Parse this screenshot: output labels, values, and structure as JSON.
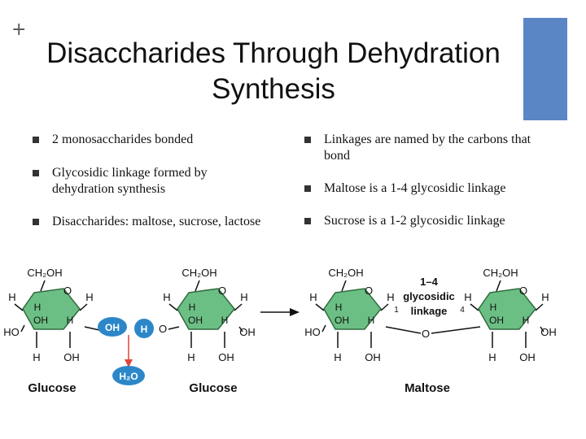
{
  "slide": {
    "title": "Disaccharides Through Dehydration Synthesis",
    "plus_glyph": "+",
    "accent_color": "#5a86c6"
  },
  "bullets_left": [
    "2 monosaccharides bonded",
    "Glycosidic linkage formed by dehydration synthesis",
    "Disaccharides: maltose, sucrose, lactose"
  ],
  "bullets_right": [
    "Linkages are named by the carbons that bond",
    "Maltose is a 1-4 glycosidic linkage",
    "Sucrose is a 1-2 glycosidic linkage"
  ],
  "diagram": {
    "ring_color": "#6cbf84",
    "oh_bubble_color": "#2c87c8",
    "arrow_color": "#e0463a",
    "labels": {
      "ch2oh": "CH₂OH",
      "h": "H",
      "oh": "OH",
      "ho": "HO",
      "o": "O",
      "oh_bubble": "OH",
      "h_bubble": "H",
      "water": "H₂O",
      "linkage_line1": "1–4",
      "linkage_line2": "glycosidic",
      "linkage_line3": "linkage",
      "carbon_1": "1",
      "carbon_4": "4",
      "glucose_1": "Glucose",
      "glucose_2": "Glucose",
      "maltose": "Maltose"
    }
  }
}
